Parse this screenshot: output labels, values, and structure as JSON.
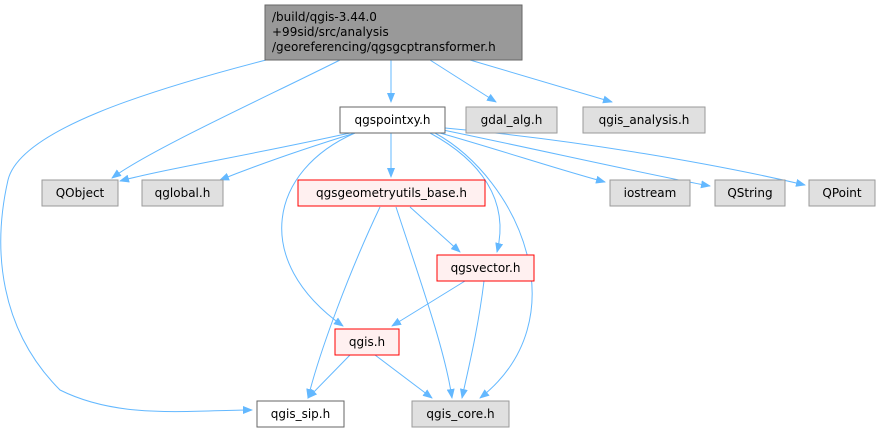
{
  "graph": {
    "root": {
      "lines": [
        "/build/qgis-3.44.0",
        "+99sid/src/analysis",
        "/georeferencing/qgsgcptransformer.h"
      ]
    },
    "nodes": {
      "qgspointxy": "qgspointxy.h",
      "gdal_alg": "gdal_alg.h",
      "qgis_analysis": "qgis_analysis.h",
      "qobject": "QObject",
      "qglobal": "qglobal.h",
      "geomutils": "qgsgeometryutils_base.h",
      "iostream": "iostream",
      "qstring": "QString",
      "qpoint": "QPoint",
      "qgsvector": "qgsvector.h",
      "qgis": "qgis.h",
      "qgis_sip": "qgis_sip.h",
      "qgis_core": "qgis_core.h"
    },
    "styles": {
      "root": "root",
      "qgspointxy": "normal",
      "gdal_alg": "external",
      "qgis_analysis": "external",
      "qobject": "external",
      "qglobal": "external",
      "geomutils": "truncated",
      "iostream": "external",
      "qstring": "external",
      "qpoint": "external",
      "qgsvector": "truncated",
      "qgis": "truncated",
      "qgis_sip": "normal",
      "qgis_core": "external"
    },
    "colors": {
      "root_fill": "#999999",
      "root_stroke": "#666666",
      "normal_fill": "#ffffff",
      "normal_stroke": "#666666",
      "external_fill": "#e0e0e0",
      "external_stroke": "#999999",
      "truncated_fill": "#fff0f0",
      "truncated_stroke": "#ff0000",
      "edge": "#63b8ff"
    },
    "edges": [
      [
        "root",
        "qgspointxy"
      ],
      [
        "root",
        "gdal_alg"
      ],
      [
        "root",
        "qgis_analysis"
      ],
      [
        "root",
        "qobject"
      ],
      [
        "root",
        "qgis_sip"
      ],
      [
        "qgspointxy",
        "qobject"
      ],
      [
        "qgspointxy",
        "qglobal"
      ],
      [
        "qgspointxy",
        "geomutils"
      ],
      [
        "qgspointxy",
        "iostream"
      ],
      [
        "qgspointxy",
        "qstring"
      ],
      [
        "qgspointxy",
        "qpoint"
      ],
      [
        "qgspointxy",
        "qgsvector"
      ],
      [
        "qgspointxy",
        "qgis"
      ],
      [
        "qgspointxy",
        "qgis_core"
      ],
      [
        "geomutils",
        "qgsvector"
      ],
      [
        "geomutils",
        "qgis_sip"
      ],
      [
        "geomutils",
        "qgis_core"
      ],
      [
        "qgsvector",
        "qgis"
      ],
      [
        "qgsvector",
        "qgis_core"
      ],
      [
        "qgis",
        "qgis_sip"
      ],
      [
        "qgis",
        "qgis_core"
      ]
    ]
  }
}
